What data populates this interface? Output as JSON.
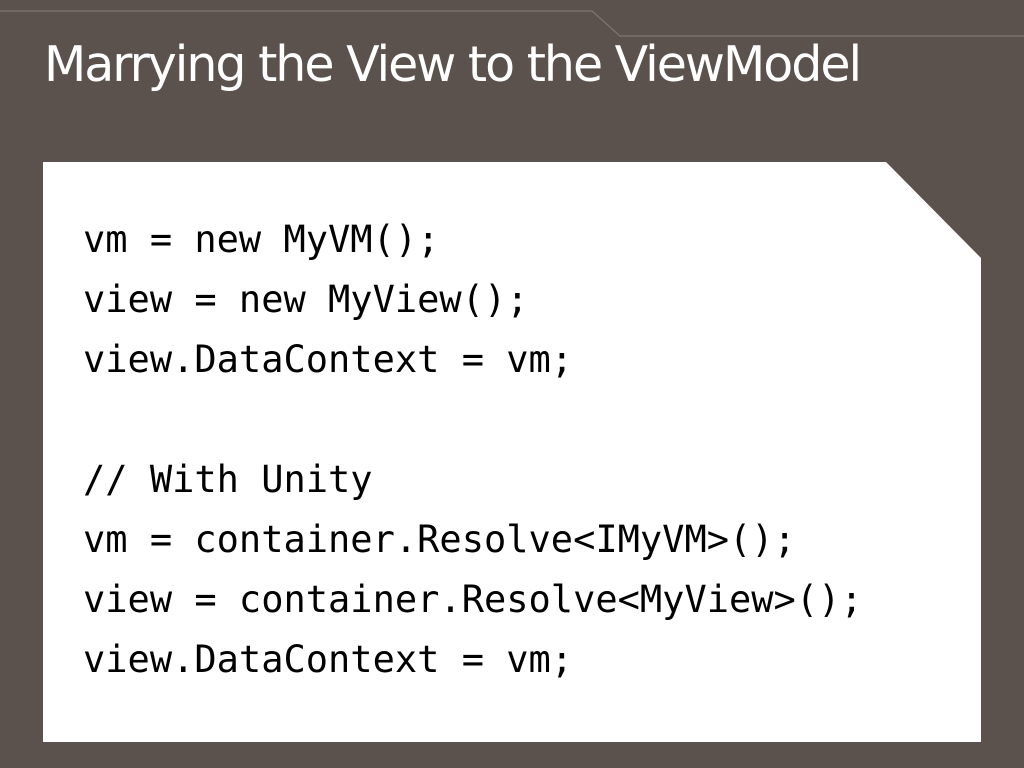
{
  "slide": {
    "title": "Marrying the View to the ViewModel",
    "background_color": "#5b524d",
    "panel_color": "#ffffff",
    "code_lines": [
      "vm = new MyVM();",
      "view = new MyView();",
      "view.DataContext = vm;",
      "",
      "// With Unity",
      "vm = container.Resolve<IMyVM>();",
      "view = container.Resolve<MyView>();",
      "view.DataContext = vm;"
    ]
  }
}
